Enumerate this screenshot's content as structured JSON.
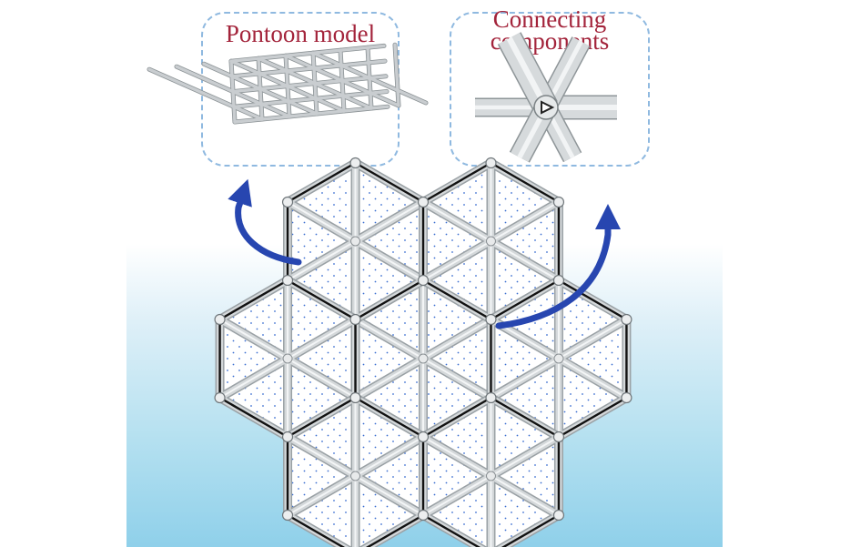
{
  "insets": {
    "pontoon": {
      "title": "Pontoon model"
    },
    "connecting": {
      "title": "Connecting components"
    }
  },
  "colors": {
    "title_text": "#a3243b",
    "dashed_border": "#8fb9e0",
    "arrow": "#2746b0",
    "hex_outline": "#111111",
    "tube": "#d4d8da",
    "dots": "#3a6ed0",
    "water_top": "#ffffff",
    "water_bottom": "#8fd0ea"
  },
  "layout": {
    "hexagon_modules": 7,
    "arrangement": "flower-cluster"
  }
}
